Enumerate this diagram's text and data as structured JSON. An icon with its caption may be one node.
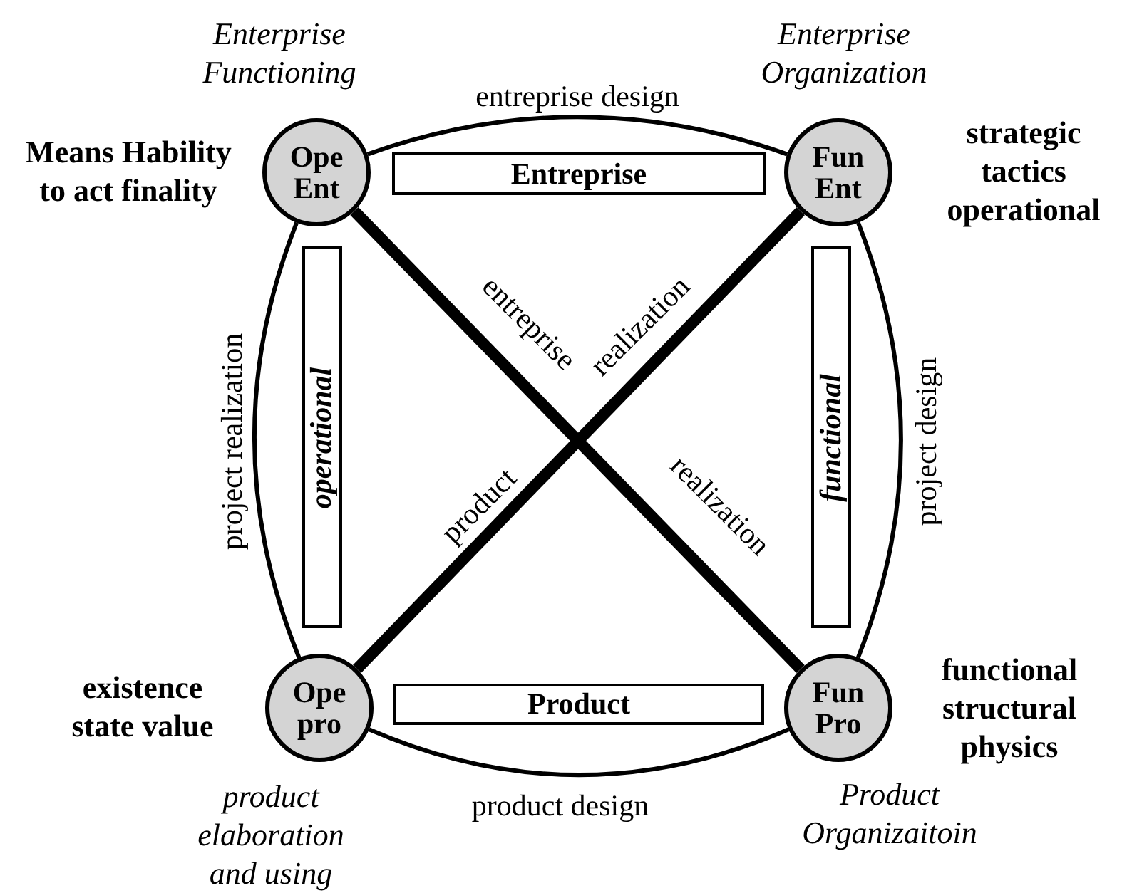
{
  "diagram": {
    "nodes": [
      {
        "text": [
          "Ope Ent"
        ],
        "beside": [
          "Enterprise Functioning",
          "Means Hability to act finality"
        ]
      },
      {
        "text": [
          "Fun Ent"
        ],
        "beside": [
          "Enterprise Organization",
          "strategic tactics operational"
        ]
      },
      {
        "text": [
          "Ope pro"
        ],
        "beside": [
          "existence state value",
          "product elaboration and using"
        ]
      },
      {
        "text": [
          "Fun Pro"
        ],
        "beside": [
          "functional structural physics",
          "Product Organizaitoin"
        ]
      },
      {
        "text": [
          "Entreprise"
        ]
      },
      {
        "text": [
          "operational"
        ]
      },
      {
        "text": [
          "functional"
        ]
      },
      {
        "text": [
          "Product"
        ]
      }
    ],
    "edges": [
      {
        "from": 0,
        "to": 1,
        "arrow": "none",
        "label": "entreprise design"
      },
      {
        "from": 1,
        "to": 3,
        "arrow": "none",
        "label": "project design"
      },
      {
        "from": 3,
        "to": 2,
        "arrow": "none",
        "label": "product design"
      },
      {
        "from": 2,
        "to": 0,
        "arrow": "none",
        "label": "project realization"
      },
      {
        "from": 0,
        "to": 3,
        "arrow": "none",
        "label": "entreprise realization",
        "style": "thick"
      },
      {
        "from": 2,
        "to": 1,
        "arrow": "none",
        "label": "product realization",
        "style": "thick"
      }
    ]
  }
}
